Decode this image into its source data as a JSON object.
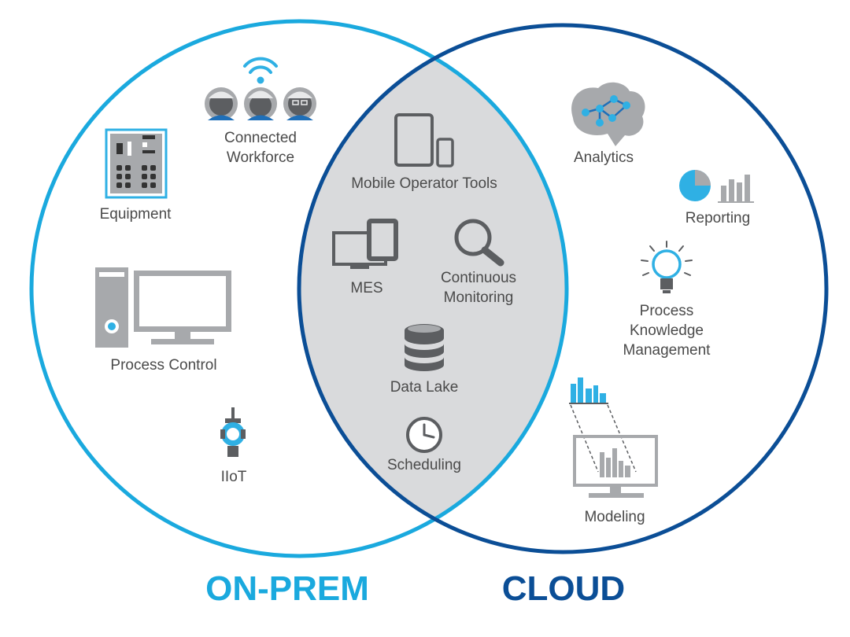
{
  "colors": {
    "onprem": "#1aa9de",
    "cloud": "#0b4e96",
    "overlap": "#d9dadc",
    "icon_gray": "#5c5e61",
    "icon_light": "#a7a9ac",
    "accent": "#2fb0e4"
  },
  "groups": {
    "onprem": {
      "title": "ON-PREM",
      "items": [
        {
          "label": "Equipment",
          "icon": "equipment-icon"
        },
        {
          "label": "Connected Workforce",
          "line1": "Connected",
          "line2": "Workforce",
          "icon": "workforce-icon"
        },
        {
          "label": "Process Control",
          "icon": "process-control-icon"
        },
        {
          "label": "IIoT",
          "icon": "iiot-sensor-icon"
        }
      ]
    },
    "shared": {
      "items": [
        {
          "label": "Mobile Operator Tools",
          "icon": "mobile-devices-icon"
        },
        {
          "label": "MES",
          "icon": "mes-icon"
        },
        {
          "label": "Continuous Monitoring",
          "line1": "Continuous",
          "line2": "Monitoring",
          "icon": "magnifier-icon"
        },
        {
          "label": "Data Lake",
          "icon": "database-icon"
        },
        {
          "label": "Scheduling",
          "icon": "clock-icon"
        }
      ]
    },
    "cloud": {
      "title": "CLOUD",
      "items": [
        {
          "label": "Analytics",
          "icon": "brain-network-icon"
        },
        {
          "label": "Reporting",
          "icon": "pie-bar-chart-icon"
        },
        {
          "label": "Process Knowledge Management",
          "line1": "Process",
          "line2": "Knowledge",
          "line3": "Management",
          "icon": "lightbulb-icon"
        },
        {
          "label": "Modeling",
          "icon": "modeling-icon"
        }
      ]
    }
  }
}
